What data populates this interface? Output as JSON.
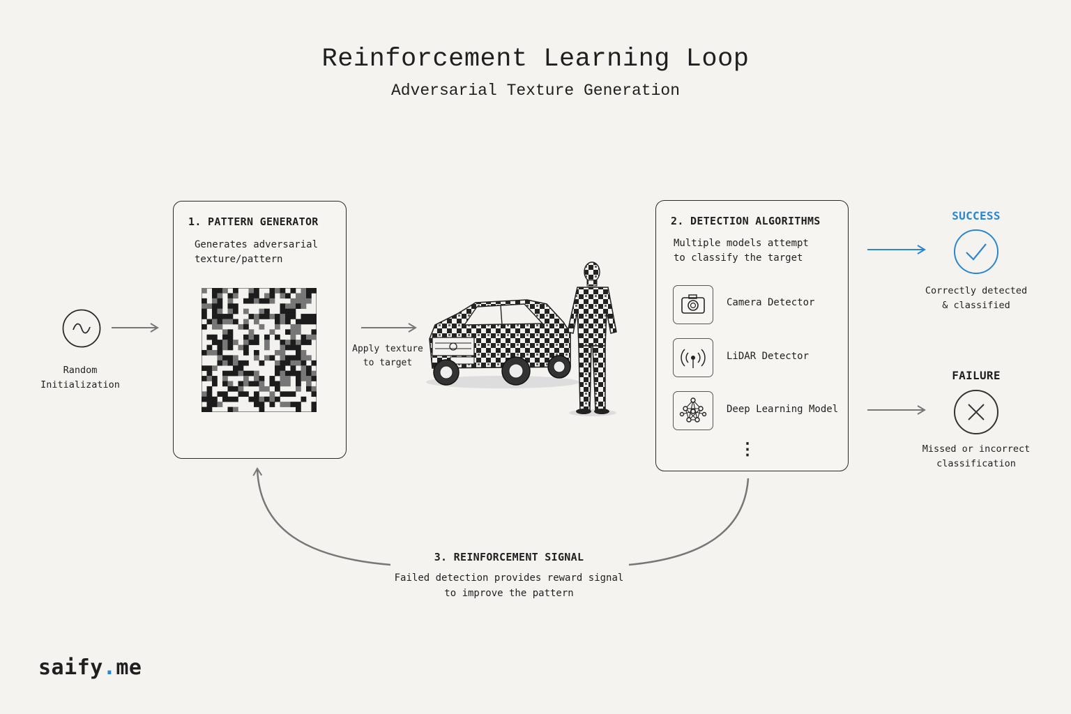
{
  "header": {
    "title": "Reinforcement Learning Loop",
    "subtitle": "Adversarial Texture Generation"
  },
  "init": {
    "label_line1": "Random",
    "label_line2": "Initialization",
    "icon": "sine-wave-icon"
  },
  "generator": {
    "title": "1. PATTERN GENERATOR",
    "desc_line1": "Generates adversarial",
    "desc_line2": "texture/pattern"
  },
  "apply": {
    "label_line1": "Apply texture",
    "label_line2": "to target"
  },
  "detection": {
    "title": "2. DETECTION ALGORITHMS",
    "desc_line1": "Multiple models attempt",
    "desc_line2": "to classify the target",
    "detectors": [
      {
        "label": "Camera Detector",
        "icon": "camera-icon"
      },
      {
        "label": "LiDAR Detector",
        "icon": "lidar-icon"
      },
      {
        "label": "Deep Learning Model",
        "icon": "neural-network-icon"
      }
    ],
    "more": "⋮"
  },
  "success": {
    "label": "SUCCESS",
    "desc_line1": "Correctly detected",
    "desc_line2": "& classified",
    "color": "#2a86cf"
  },
  "failure": {
    "label": "FAILURE",
    "desc_line1": "Missed or incorrect",
    "desc_line2": "classification"
  },
  "signal": {
    "title": "3. REINFORCEMENT SIGNAL",
    "desc_line1": "Failed detection provides reward signal",
    "desc_line2": "to improve the pattern"
  },
  "brand": {
    "name": "saify",
    "dot": ".",
    "tld": "me"
  }
}
